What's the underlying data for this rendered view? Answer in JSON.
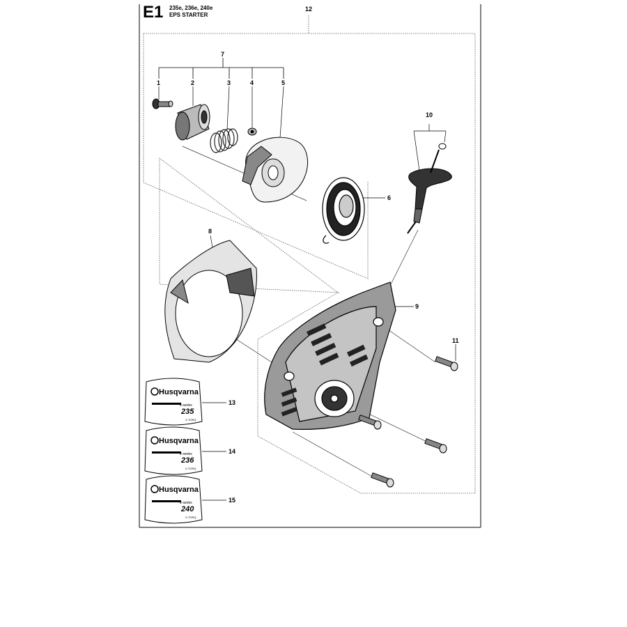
{
  "header": {
    "section_code": "E1",
    "models": "235e, 236e, 240e",
    "title": "EPS STARTER"
  },
  "callouts": [
    "1",
    "2",
    "3",
    "4",
    "5",
    "6",
    "7",
    "8",
    "9",
    "10",
    "11",
    "12",
    "13",
    "14",
    "15"
  ],
  "decals": [
    {
      "brand": "Husqvarna",
      "series": "e-series",
      "model": "235",
      "feature": "X-TORQ"
    },
    {
      "brand": "Husqvarna",
      "series": "e-series",
      "model": "236",
      "feature": "X-TORQ"
    },
    {
      "brand": "Husqvarna",
      "series": "e-series",
      "model": "240",
      "feature": "X-TORQ"
    }
  ]
}
